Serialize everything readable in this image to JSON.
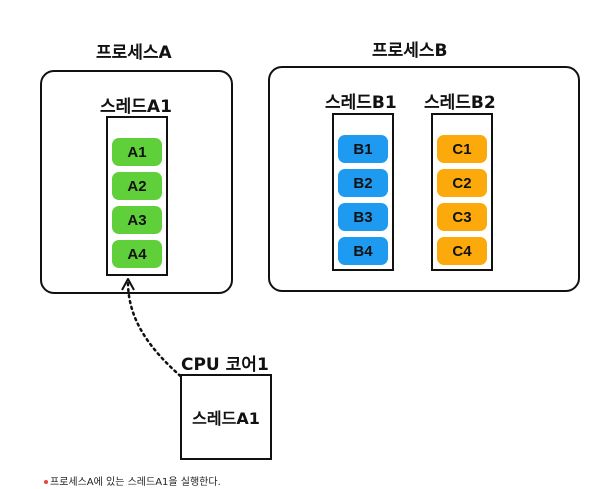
{
  "colors": {
    "process_a_tasks": "#5fcf3a",
    "thread_b1_tasks": "#1e9bf0",
    "thread_b2_tasks": "#fcaa0b",
    "bullet": "#e8453c"
  },
  "process_a": {
    "title": "프로세스A",
    "thread": {
      "title": "스레드A1",
      "tasks": [
        "A1",
        "A2",
        "A3",
        "A4"
      ]
    }
  },
  "process_b": {
    "title": "프로세스B",
    "threads": [
      {
        "title": "스레드B1",
        "tasks": [
          "B1",
          "B2",
          "B3",
          "B4"
        ]
      },
      {
        "title": "스레드B2",
        "tasks": [
          "C1",
          "C2",
          "C3",
          "C4"
        ]
      }
    ]
  },
  "cpu": {
    "title": "CPU 코어1",
    "running_thread": "스레드A1"
  },
  "caption": "프로세스A에 있는 스레드A1을 실행한다."
}
